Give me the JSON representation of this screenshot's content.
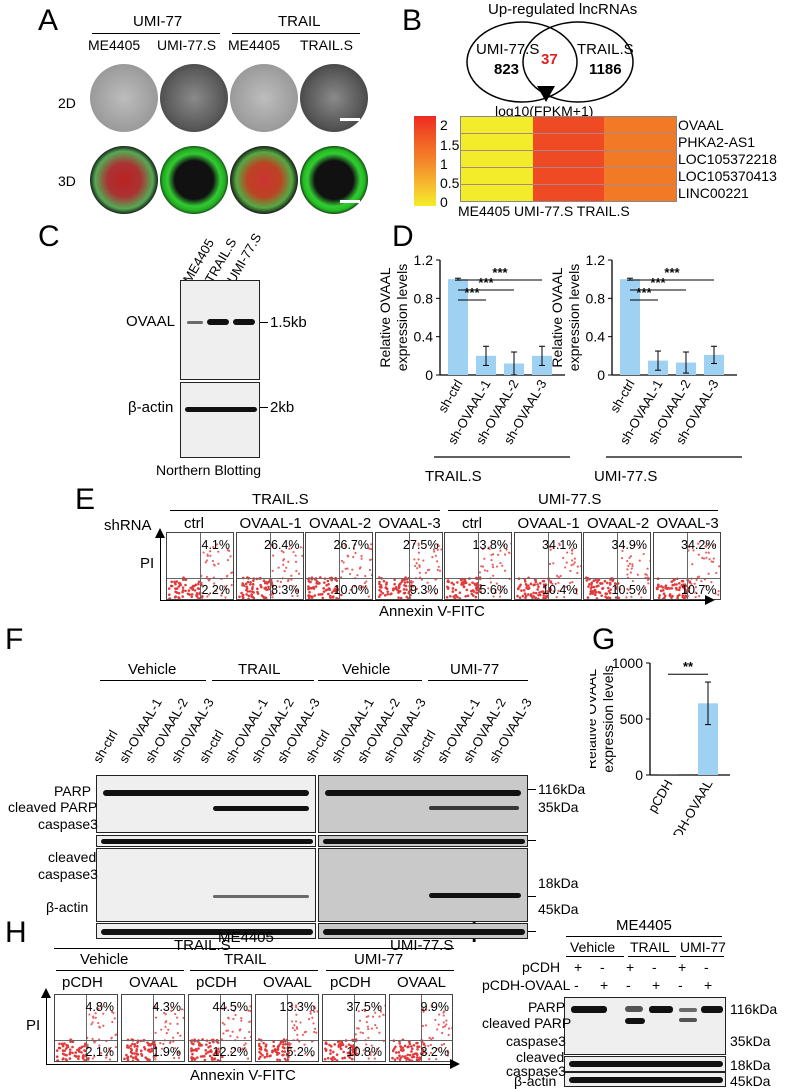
{
  "panels": {
    "A": "A",
    "B": "B",
    "C": "C",
    "D": "D",
    "E": "E",
    "F": "F",
    "G": "G",
    "H": "H",
    "I": "I"
  },
  "A": {
    "groups": [
      "UMI-77",
      "TRAIL"
    ],
    "cols": [
      "ME4405",
      "UMI-77.S",
      "ME4405",
      "TRAIL.S"
    ],
    "rows": [
      "2D",
      "3D"
    ]
  },
  "B": {
    "title": "Up-regulated lncRNAs",
    "left_label": "UMI-77.S",
    "right_label": "TRAIL.S",
    "left_count": "823",
    "right_count": "1186",
    "overlap": "37",
    "heatmap_title": "log10(FPKM+1)",
    "scale": [
      "2",
      "1.5",
      "1",
      "0.5",
      "0"
    ],
    "genes": [
      "OVAAL",
      "PHKA2-AS1",
      "LOC105372218",
      "LOC105370413",
      "LINC00221"
    ],
    "samples": "ME4405 UMI-77.S TRAIL.S",
    "colors": {
      "low": "#f5ee2a",
      "mid": "#f08a24",
      "high": "#ee3c23"
    }
  },
  "C": {
    "lanes": [
      "ME4405",
      "TRAIL.S",
      "UMI-77.S"
    ],
    "rows": [
      "OVAAL",
      "β-actin"
    ],
    "sizes": [
      "1.5kb",
      "2kb"
    ],
    "caption": "Northern Blotting"
  },
  "D": {
    "ylabel": "Relative OVAAL expression levels",
    "yticks": [
      "0",
      "0.4",
      "0.8",
      "1.2"
    ],
    "categories": [
      "sh-ctrl",
      "sh-OVAAL-1",
      "sh-OVAAL-2",
      "sh-OVAAL-3"
    ],
    "sig": [
      "***",
      "***",
      "***"
    ],
    "group_labels": [
      "TRAIL.S",
      "UMI-77.S"
    ]
  },
  "E": {
    "groups": [
      "TRAIL.S",
      "UMI-77.S"
    ],
    "row_label": "shRNA",
    "cols": [
      "ctrl",
      "OVAAL-1",
      "OVAAL-2",
      "OVAAL-3",
      "ctrl",
      "OVAAL-1",
      "OVAAL-2",
      "OVAAL-3"
    ],
    "upper": [
      "4.1%",
      "26.4%",
      "26.7%",
      "27.5%",
      "13.8%",
      "34.1%",
      "34.9%",
      "34.2%"
    ],
    "lower": [
      "2.2%",
      "8.3%",
      "10.0%",
      "9.3%",
      "5.6%",
      "10.4%",
      "10.5%",
      "10.7%"
    ],
    "yaxis": "PI",
    "xaxis": "Annexin V-FITC"
  },
  "F": {
    "treatments": [
      "Vehicle",
      "TRAIL",
      "Vehicle",
      "UMI-77"
    ],
    "lanes": [
      "sh-ctrl",
      "sh-OVAAL-1",
      "sh-OVAAL-2",
      "sh-OVAAL-3"
    ],
    "rows": [
      "PARP",
      "cleaved PARP",
      "caspase3",
      "cleaved",
      "caspase3",
      "β-actin"
    ],
    "sizes": [
      "116kDa",
      "35kDa",
      "18kDa",
      "45kDa"
    ],
    "cell_lines": [
      "TRAIL.S",
      "UMI-77.S"
    ]
  },
  "G": {
    "ylabel": "Relative OVAAL expression levels",
    "yticks": [
      "0",
      "500",
      "1000"
    ],
    "categories": [
      "pCDH",
      "pCDH-OVAAL"
    ],
    "sig": "**"
  },
  "H": {
    "title": "ME4405",
    "treatments": [
      "Vehicle",
      "TRAIL",
      "UMI-77"
    ],
    "cols": [
      "pCDH",
      "OVAAL",
      "pCDH",
      "OVAAL",
      "pCDH",
      "OVAAL"
    ],
    "upper": [
      "4.8%",
      "4.3%",
      "44.5%",
      "13.3%",
      "37.5%",
      "9.9%"
    ],
    "lower": [
      "2.1%",
      "1.9%",
      "12.2%",
      "5.2%",
      "10.8%",
      "3.2%"
    ],
    "yaxis": "PI",
    "xaxis": "Annexin V-FITC"
  },
  "I": {
    "title": "ME4405",
    "treatments": [
      "Vehicle",
      "TRAIL",
      "UMI-77"
    ],
    "row_labels": [
      "pCDH",
      "pCDH-OVAAL"
    ],
    "pcdh": [
      "+",
      "-",
      "+",
      "-",
      "+",
      "-"
    ],
    "ovaal": [
      "-",
      "+",
      "-",
      "+",
      "-",
      "+"
    ],
    "rows": [
      "PARP",
      "cleaved PARP",
      "caspase3",
      "cleaved",
      "caspase3",
      "β-actin"
    ],
    "sizes": [
      "116kDa",
      "35kDa",
      "18kDa",
      "45kDa"
    ]
  },
  "chart_data": [
    {
      "type": "bar",
      "title": "TRAIL.S",
      "categories": [
        "sh-ctrl",
        "sh-OVAAL-1",
        "sh-OVAAL-2",
        "sh-OVAAL-3"
      ],
      "values": [
        1.0,
        0.2,
        0.12,
        0.2
      ],
      "errors": [
        0.01,
        0.1,
        0.12,
        0.1
      ],
      "ylabel": "Relative OVAAL expression levels",
      "ylim": [
        0,
        1.2
      ]
    },
    {
      "type": "bar",
      "title": "UMI-77.S",
      "categories": [
        "sh-ctrl",
        "sh-OVAAL-1",
        "sh-OVAAL-2",
        "sh-OVAAL-3"
      ],
      "values": [
        1.0,
        0.15,
        0.13,
        0.21
      ],
      "errors": [
        0.01,
        0.1,
        0.11,
        0.09
      ],
      "ylabel": "Relative OVAAL expression levels",
      "ylim": [
        0,
        1.2
      ]
    },
    {
      "type": "bar",
      "categories": [
        "pCDH",
        "pCDH-OVAAL"
      ],
      "values": [
        1,
        640
      ],
      "errors": [
        0,
        190
      ],
      "ylabel": "Relative OVAAL expression levels",
      "ylim": [
        0,
        1000
      ]
    }
  ]
}
